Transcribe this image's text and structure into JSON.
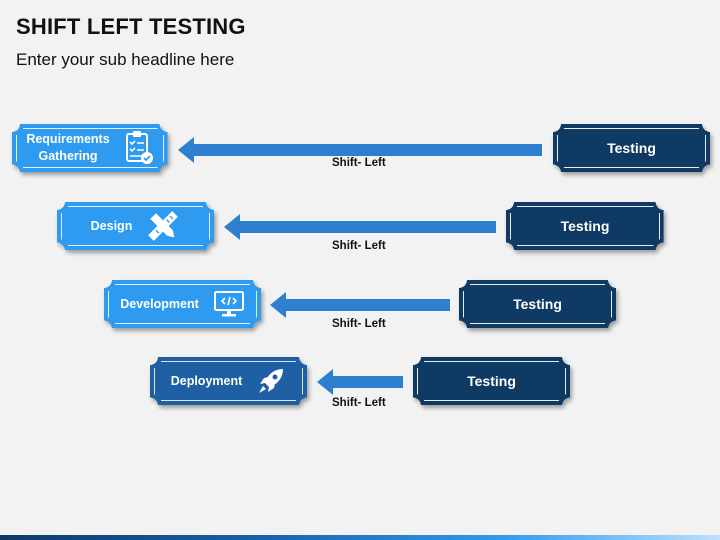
{
  "header": {
    "title": "SHIFT LEFT TESTING",
    "subtitle": "Enter your sub headline here"
  },
  "rows": [
    {
      "stage": "Requirements\nGathering",
      "stage_line1": "Requirements",
      "stage_line2": "Gathering",
      "icon": "clipboard-check-icon",
      "testing": "Testing",
      "arrow_label": "Shift- Left"
    },
    {
      "stage": "Design",
      "icon": "ruler-pencil-icon",
      "testing": "Testing",
      "arrow_label": "Shift- Left"
    },
    {
      "stage": "Development",
      "icon": "monitor-code-icon",
      "testing": "Testing",
      "arrow_label": "Shift- Left"
    },
    {
      "stage": "Deployment",
      "icon": "rocket-icon",
      "testing": "Testing",
      "arrow_label": "Shift- Left"
    }
  ],
  "colors": {
    "stage_box": "#2f9bf0",
    "testing_box": "#0e3a63",
    "arrow": "#2f7fd0"
  }
}
